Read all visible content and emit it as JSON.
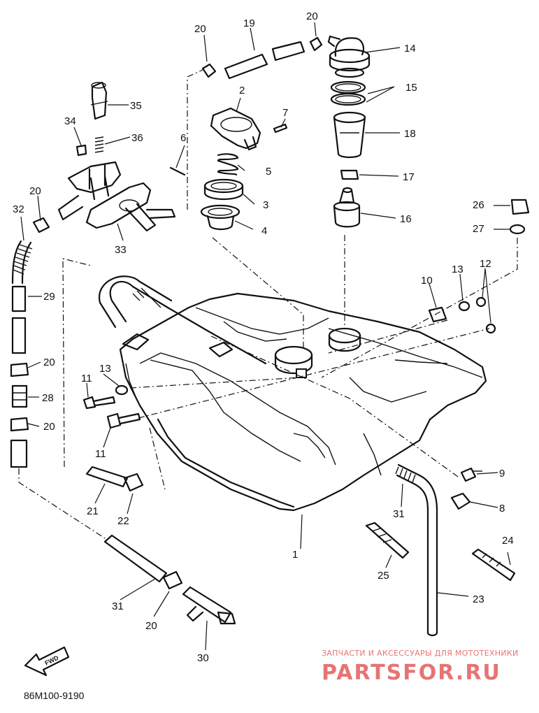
{
  "diagram_code": "86M100-9190",
  "watermark": {
    "tagline": "ЗАПЧАСТИ И АКСЕССУАРЫ ДЛЯ МОТОТЕХНИКИ",
    "brand": "PARTSFOR.RU"
  },
  "fwd_label": "FWD",
  "callouts": {
    "c1": "1",
    "c2": "2",
    "c3": "3",
    "c4": "4",
    "c5": "5",
    "c6": "6",
    "c7": "7",
    "c8": "8",
    "c9": "9",
    "c10": "10",
    "c11a": "11",
    "c11b": "11",
    "c12": "12",
    "c13a": "13",
    "c13b": "13",
    "c14": "14",
    "c15": "15",
    "c16": "16",
    "c17": "17",
    "c18": "18",
    "c19": "19",
    "c20a": "20",
    "c20b": "20",
    "c20c": "20",
    "c20d": "20",
    "c20e": "20",
    "c20f": "20",
    "c21": "21",
    "c22": "22",
    "c23": "23",
    "c24": "24",
    "c25": "25",
    "c26": "26",
    "c27": "27",
    "c28": "28",
    "c29": "29",
    "c30": "30",
    "c31a": "31",
    "c31b": "31",
    "c32": "32",
    "c33": "33",
    "c34": "34",
    "c35": "35",
    "c36": "36"
  }
}
